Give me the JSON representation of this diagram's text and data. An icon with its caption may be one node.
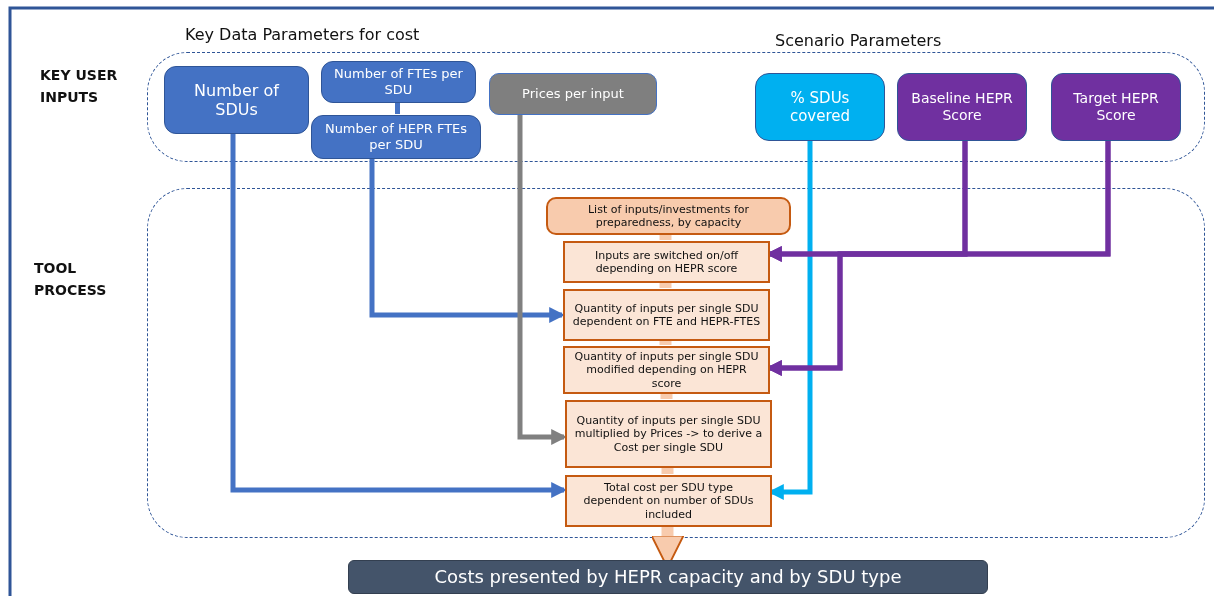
{
  "diagram": {
    "nodes": [
      {
        "text": [],
        "shape": "box"
      },
      {
        "text": [
          "Number of SDUs"
        ],
        "in": 0
      },
      {
        "text": [
          "Number of FTEs per SDU"
        ],
        "in": 0
      },
      {
        "text": [
          "Number of HEPR FTEs per SDU"
        ],
        "in": 0
      },
      {
        "text": [
          "Prices per input"
        ],
        "in": 0
      },
      {
        "text": [
          "% SDUs covered"
        ],
        "in": 0
      },
      {
        "text": [
          "Baseline HEPR Score"
        ],
        "in": 0
      },
      {
        "text": [
          "Target HEPR Score"
        ],
        "in": 0
      },
      {
        "text": [],
        "shape": "box"
      },
      {
        "text": [
          "List of inputs/investments for preparedness, by capacity"
        ],
        "in": 8
      },
      {
        "text": [
          "Inputs are switched on/off depending on HEPR score"
        ],
        "in": 8
      },
      {
        "text": [
          "Quantity of inputs per single SDU dependent on FTE and HEPR-FTES"
        ],
        "in": 8
      },
      {
        "text": [
          "Quantity of inputs per single SDU modified depending on HEPR score"
        ],
        "in": 8
      },
      {
        "text": [
          "Quantity of inputs per single SDU multiplied by Prices -> to derive a Cost per single SDU"
        ],
        "in": 8
      },
      {
        "text": [
          "Total cost per SDU type dependent on number of SDUs included"
        ],
        "in": 8
      },
      {
        "text": [
          "Costs presented by HEPR capacity and by SDU type"
        ]
      }
    ],
    "edges": [
      {
        "from": 2,
        "to": 3,
        "arrow": "none",
        "color": "#4472c4"
      },
      {
        "from": 3,
        "to": 11,
        "arrow": "to",
        "color": "#4472c4"
      },
      {
        "from": 1,
        "to": 14,
        "arrow": "to",
        "color": "#4472c4"
      },
      {
        "from": 4,
        "to": 13,
        "arrow": "to",
        "color": "#808080"
      },
      {
        "from": 5,
        "to": 14,
        "arrow": "to",
        "color": "#00b0f0"
      },
      {
        "from": 6,
        "to": 10,
        "arrow": "to",
        "color": "#7030a0"
      },
      {
        "from": 7,
        "to": 10,
        "arrow": "to",
        "color": "#7030a0"
      },
      {
        "from": 6,
        "to": 12,
        "arrow": "to",
        "color": "#7030a0"
      },
      {
        "from": 7,
        "to": 12,
        "arrow": "to",
        "color": "#7030a0"
      },
      {
        "from": 9,
        "to": 10,
        "arrow": "none",
        "style": "thick"
      },
      {
        "from": 10,
        "to": 11,
        "arrow": "none",
        "style": "thick"
      },
      {
        "from": 11,
        "to": 12,
        "arrow": "none",
        "style": "thick"
      },
      {
        "from": 12,
        "to": 13,
        "arrow": "none",
        "style": "thick"
      },
      {
        "from": 13,
        "to": 14,
        "arrow": "none",
        "style": "thick"
      },
      {
        "from": 14,
        "to": 15,
        "arrow": "to",
        "style": "thick"
      }
    ],
    "labels": [
      "Key Data Parameters for cost",
      "Scenario Parameters",
      "KEY USER INPUTS",
      "TOOL PROCESS"
    ]
  }
}
